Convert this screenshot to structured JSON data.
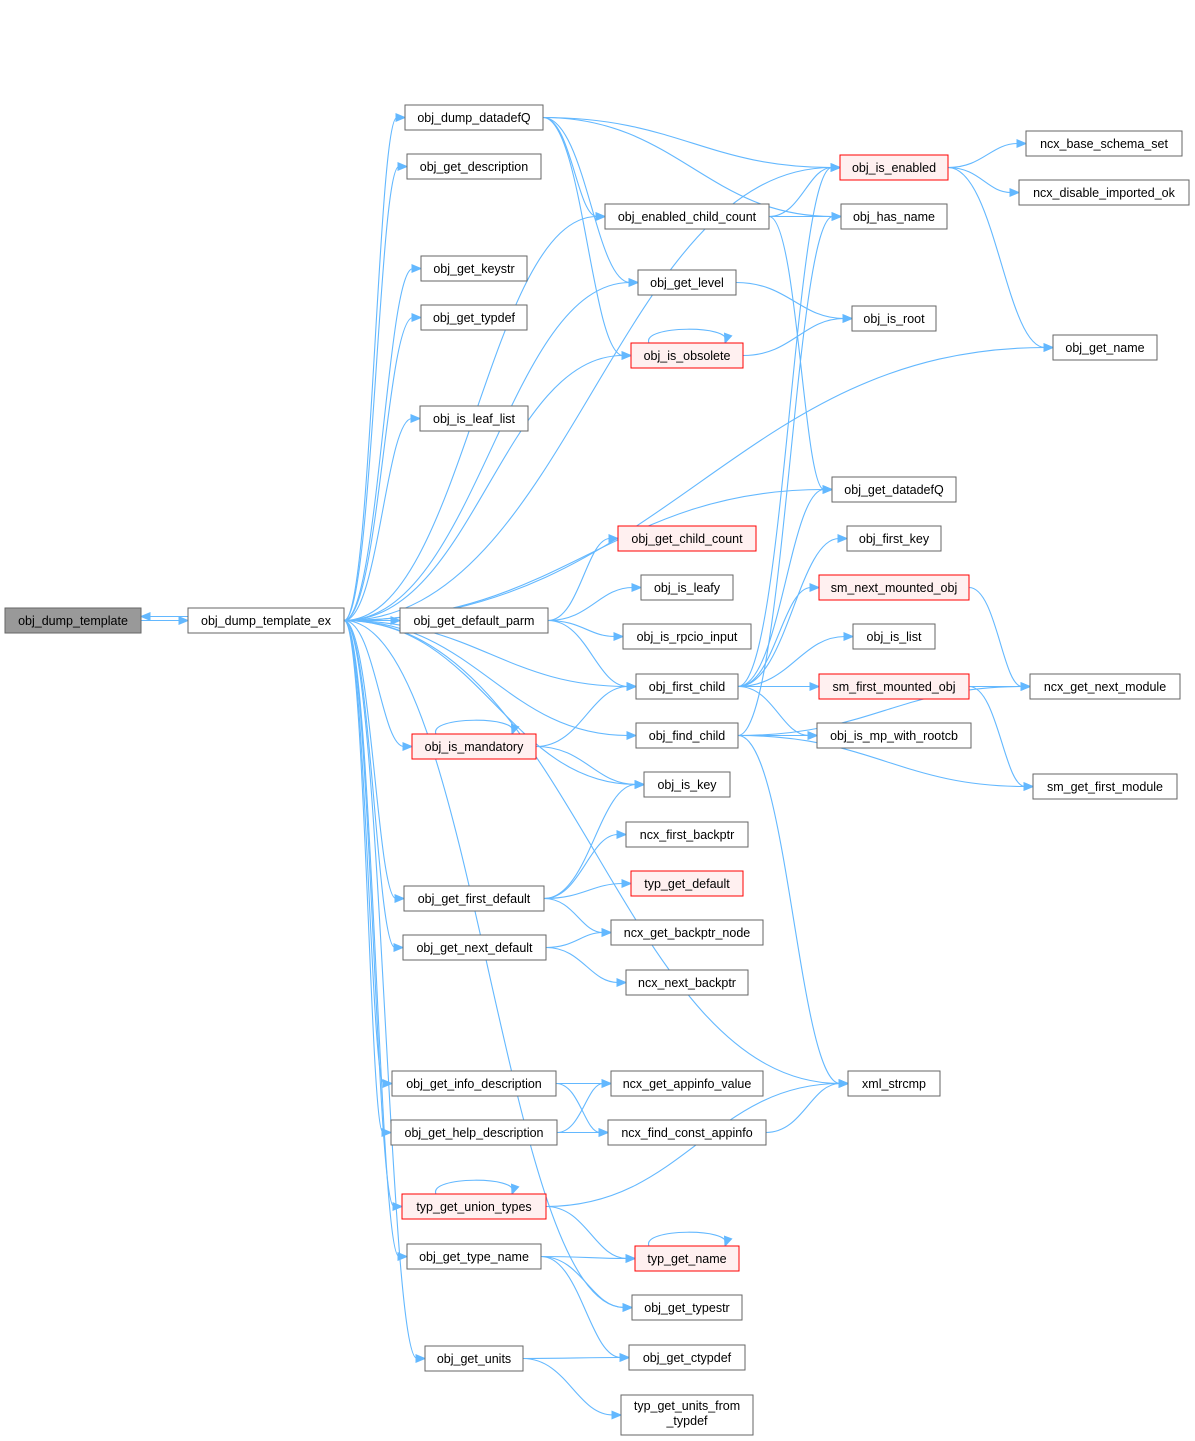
{
  "diagram": {
    "type": "call-graph",
    "root": "obj_dump_template",
    "colors": {
      "edge": "#63b8ff",
      "node_border": "#666666",
      "red_border": "#ff0000",
      "red_fill": "#fff0f0",
      "root_fill": "#999999"
    },
    "nodes": [
      {
        "id": "obj_dump_template",
        "label": "obj_dump_template",
        "style": "root"
      },
      {
        "id": "obj_dump_template_ex",
        "label": "obj_dump_template_ex",
        "style": "normal"
      },
      {
        "id": "obj_dump_datadefQ",
        "label": "obj_dump_datadefQ",
        "style": "normal"
      },
      {
        "id": "obj_get_description",
        "label": "obj_get_description",
        "style": "normal"
      },
      {
        "id": "obj_get_keystr",
        "label": "obj_get_keystr",
        "style": "normal"
      },
      {
        "id": "obj_get_typdef",
        "label": "obj_get_typdef",
        "style": "normal"
      },
      {
        "id": "obj_is_leaf_list",
        "label": "obj_is_leaf_list",
        "style": "normal"
      },
      {
        "id": "obj_get_default_parm",
        "label": "obj_get_default_parm",
        "style": "normal"
      },
      {
        "id": "obj_is_mandatory",
        "label": "obj_is_mandatory",
        "style": "red"
      },
      {
        "id": "obj_get_first_default",
        "label": "obj_get_first_default",
        "style": "normal"
      },
      {
        "id": "obj_get_next_default",
        "label": "obj_get_next_default",
        "style": "normal"
      },
      {
        "id": "obj_get_info_description",
        "label": "obj_get_info_description",
        "style": "normal"
      },
      {
        "id": "obj_get_help_description",
        "label": "obj_get_help_description",
        "style": "normal"
      },
      {
        "id": "typ_get_union_types",
        "label": "typ_get_union_types",
        "style": "red"
      },
      {
        "id": "obj_get_type_name",
        "label": "obj_get_type_name",
        "style": "normal"
      },
      {
        "id": "obj_get_units",
        "label": "obj_get_units",
        "style": "normal"
      },
      {
        "id": "obj_enabled_child_count",
        "label": "obj_enabled_child_count",
        "style": "normal"
      },
      {
        "id": "obj_get_level",
        "label": "obj_get_level",
        "style": "normal"
      },
      {
        "id": "obj_is_obsolete",
        "label": "obj_is_obsolete",
        "style": "red"
      },
      {
        "id": "obj_get_child_count",
        "label": "obj_get_child_count",
        "style": "red"
      },
      {
        "id": "obj_is_leafy",
        "label": "obj_is_leafy",
        "style": "normal"
      },
      {
        "id": "obj_is_rpcio_input",
        "label": "obj_is_rpcio_input",
        "style": "normal"
      },
      {
        "id": "obj_first_child",
        "label": "obj_first_child",
        "style": "normal"
      },
      {
        "id": "obj_find_child",
        "label": "obj_find_child",
        "style": "normal"
      },
      {
        "id": "obj_is_key",
        "label": "obj_is_key",
        "style": "normal"
      },
      {
        "id": "ncx_first_backptr",
        "label": "ncx_first_backptr",
        "style": "normal"
      },
      {
        "id": "typ_get_default",
        "label": "typ_get_default",
        "style": "red"
      },
      {
        "id": "ncx_get_backptr_node",
        "label": "ncx_get_backptr_node",
        "style": "normal"
      },
      {
        "id": "ncx_next_backptr",
        "label": "ncx_next_backptr",
        "style": "normal"
      },
      {
        "id": "ncx_get_appinfo_value",
        "label": "ncx_get_appinfo_value",
        "style": "normal"
      },
      {
        "id": "ncx_find_const_appinfo",
        "label": "ncx_find_const_appinfo",
        "style": "normal"
      },
      {
        "id": "typ_get_name",
        "label": "typ_get_name",
        "style": "red"
      },
      {
        "id": "obj_get_typestr",
        "label": "obj_get_typestr",
        "style": "normal"
      },
      {
        "id": "obj_get_ctypdef",
        "label": "obj_get_ctypdef",
        "style": "normal"
      },
      {
        "id": "typ_get_units_from_typdef",
        "label": "typ_get_units_from\n_typdef",
        "style": "normal"
      },
      {
        "id": "obj_is_enabled",
        "label": "obj_is_enabled",
        "style": "red"
      },
      {
        "id": "obj_has_name",
        "label": "obj_has_name",
        "style": "normal"
      },
      {
        "id": "obj_is_root",
        "label": "obj_is_root",
        "style": "normal"
      },
      {
        "id": "obj_get_datadefQ",
        "label": "obj_get_datadefQ",
        "style": "normal"
      },
      {
        "id": "obj_first_key",
        "label": "obj_first_key",
        "style": "normal"
      },
      {
        "id": "sm_next_mounted_obj",
        "label": "sm_next_mounted_obj",
        "style": "red"
      },
      {
        "id": "obj_is_list",
        "label": "obj_is_list",
        "style": "normal"
      },
      {
        "id": "sm_first_mounted_obj",
        "label": "sm_first_mounted_obj",
        "style": "red"
      },
      {
        "id": "obj_is_mp_with_rootcb",
        "label": "obj_is_mp_with_rootcb",
        "style": "normal"
      },
      {
        "id": "xml_strcmp",
        "label": "xml_strcmp",
        "style": "normal"
      },
      {
        "id": "ncx_base_schema_set",
        "label": "ncx_base_schema_set",
        "style": "normal"
      },
      {
        "id": "ncx_disable_imported_ok",
        "label": "ncx_disable_imported_ok",
        "style": "normal"
      },
      {
        "id": "obj_get_name",
        "label": "obj_get_name",
        "style": "normal"
      },
      {
        "id": "ncx_get_next_module",
        "label": "ncx_get_next_module",
        "style": "normal"
      },
      {
        "id": "sm_get_first_module",
        "label": "sm_get_first_module",
        "style": "normal"
      }
    ],
    "edges": [
      [
        "obj_dump_template",
        "obj_dump_template_ex"
      ],
      [
        "obj_dump_template_ex",
        "obj_dump_template"
      ],
      [
        "obj_dump_template_ex",
        "obj_dump_datadefQ"
      ],
      [
        "obj_dump_template_ex",
        "obj_get_description"
      ],
      [
        "obj_dump_template_ex",
        "obj_get_keystr"
      ],
      [
        "obj_dump_template_ex",
        "obj_get_typdef"
      ],
      [
        "obj_dump_template_ex",
        "obj_is_leaf_list"
      ],
      [
        "obj_dump_template_ex",
        "obj_get_default_parm"
      ],
      [
        "obj_dump_template_ex",
        "obj_is_mandatory"
      ],
      [
        "obj_dump_template_ex",
        "obj_get_first_default"
      ],
      [
        "obj_dump_template_ex",
        "obj_get_next_default"
      ],
      [
        "obj_dump_template_ex",
        "obj_get_info_description"
      ],
      [
        "obj_dump_template_ex",
        "obj_get_help_description"
      ],
      [
        "obj_dump_template_ex",
        "typ_get_union_types"
      ],
      [
        "obj_dump_template_ex",
        "obj_get_type_name"
      ],
      [
        "obj_dump_template_ex",
        "obj_get_units"
      ],
      [
        "obj_dump_template_ex",
        "obj_enabled_child_count"
      ],
      [
        "obj_dump_template_ex",
        "obj_get_level"
      ],
      [
        "obj_dump_template_ex",
        "obj_is_obsolete"
      ],
      [
        "obj_dump_template_ex",
        "obj_first_child"
      ],
      [
        "obj_dump_template_ex",
        "obj_find_child"
      ],
      [
        "obj_dump_template_ex",
        "obj_is_key"
      ],
      [
        "obj_dump_template_ex",
        "obj_get_typestr"
      ],
      [
        "obj_dump_template_ex",
        "obj_is_enabled"
      ],
      [
        "obj_dump_template_ex",
        "obj_get_datadefQ"
      ],
      [
        "obj_dump_template_ex",
        "obj_get_name"
      ],
      [
        "obj_dump_template_ex",
        "xml_strcmp"
      ],
      [
        "obj_dump_datadefQ",
        "obj_is_enabled"
      ],
      [
        "obj_dump_datadefQ",
        "obj_has_name"
      ],
      [
        "obj_dump_datadefQ",
        "obj_enabled_child_count"
      ],
      [
        "obj_dump_datadefQ",
        "obj_get_level"
      ],
      [
        "obj_dump_datadefQ",
        "obj_is_obsolete"
      ],
      [
        "obj_enabled_child_count",
        "obj_is_enabled"
      ],
      [
        "obj_enabled_child_count",
        "obj_has_name"
      ],
      [
        "obj_enabled_child_count",
        "obj_get_datadefQ"
      ],
      [
        "obj_get_level",
        "obj_is_root"
      ],
      [
        "obj_is_obsolete",
        "obj_is_obsolete"
      ],
      [
        "obj_is_obsolete",
        "obj_is_root"
      ],
      [
        "obj_get_default_parm",
        "obj_get_child_count"
      ],
      [
        "obj_get_default_parm",
        "obj_is_leafy"
      ],
      [
        "obj_get_default_parm",
        "obj_is_rpcio_input"
      ],
      [
        "obj_get_default_parm",
        "obj_first_child"
      ],
      [
        "obj_is_mandatory",
        "obj_is_mandatory"
      ],
      [
        "obj_is_mandatory",
        "obj_first_child"
      ],
      [
        "obj_is_mandatory",
        "obj_is_key"
      ],
      [
        "obj_first_child",
        "obj_is_enabled"
      ],
      [
        "obj_first_child",
        "obj_get_datadefQ"
      ],
      [
        "obj_first_child",
        "obj_first_key"
      ],
      [
        "obj_first_child",
        "sm_next_mounted_obj"
      ],
      [
        "obj_first_child",
        "obj_is_list"
      ],
      [
        "obj_first_child",
        "sm_first_mounted_obj"
      ],
      [
        "obj_first_child",
        "obj_is_mp_with_rootcb"
      ],
      [
        "obj_find_child",
        "obj_has_name"
      ],
      [
        "obj_find_child",
        "obj_is_mp_with_rootcb"
      ],
      [
        "obj_find_child",
        "ncx_get_next_module"
      ],
      [
        "obj_find_child",
        "sm_get_first_module"
      ],
      [
        "obj_find_child",
        "xml_strcmp"
      ],
      [
        "obj_get_first_default",
        "obj_is_key"
      ],
      [
        "obj_get_first_default",
        "ncx_first_backptr"
      ],
      [
        "obj_get_first_default",
        "typ_get_default"
      ],
      [
        "obj_get_first_default",
        "ncx_get_backptr_node"
      ],
      [
        "obj_get_next_default",
        "ncx_get_backptr_node"
      ],
      [
        "obj_get_next_default",
        "ncx_next_backptr"
      ],
      [
        "obj_get_info_description",
        "ncx_get_appinfo_value"
      ],
      [
        "obj_get_info_description",
        "ncx_find_const_appinfo"
      ],
      [
        "obj_get_help_description",
        "ncx_get_appinfo_value"
      ],
      [
        "obj_get_help_description",
        "ncx_find_const_appinfo"
      ],
      [
        "ncx_find_const_appinfo",
        "xml_strcmp"
      ],
      [
        "typ_get_union_types",
        "typ_get_union_types"
      ],
      [
        "typ_get_union_types",
        "xml_strcmp"
      ],
      [
        "typ_get_union_types",
        "typ_get_name"
      ],
      [
        "obj_get_type_name",
        "typ_get_name"
      ],
      [
        "obj_get_type_name",
        "obj_get_typestr"
      ],
      [
        "obj_get_type_name",
        "obj_get_ctypdef"
      ],
      [
        "typ_get_name",
        "typ_get_name"
      ],
      [
        "obj_get_units",
        "obj_get_ctypdef"
      ],
      [
        "obj_get_units",
        "typ_get_units_from_typdef"
      ],
      [
        "obj_is_enabled",
        "ncx_base_schema_set"
      ],
      [
        "obj_is_enabled",
        "ncx_disable_imported_ok"
      ],
      [
        "obj_is_enabled",
        "obj_get_name"
      ],
      [
        "sm_next_mounted_obj",
        "ncx_get_next_module"
      ],
      [
        "sm_first_mounted_obj",
        "ncx_get_next_module"
      ],
      [
        "sm_first_mounted_obj",
        "sm_get_first_module"
      ]
    ]
  }
}
